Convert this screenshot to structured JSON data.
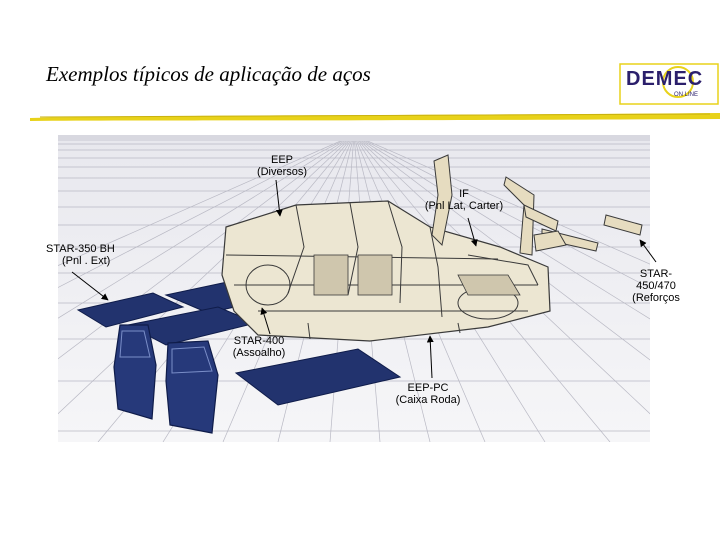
{
  "slide": {
    "title": "Exemplos típicos de aplicação de aços",
    "logo": {
      "name": "DEMEC",
      "sub": "ON LINE"
    }
  },
  "callouts": {
    "eep": {
      "line1": "EEP",
      "line2": "(Diversos)"
    },
    "if": {
      "line1": "IF",
      "line2": "(Pnl Lat, Carter)"
    },
    "star350": {
      "line1": "STAR-350 BH",
      "line2": "(Pnl . Ext)"
    },
    "star450": {
      "line1": "STAR-",
      "line2": "450/470",
      "line3": "(Reforços"
    },
    "star400": {
      "line1": "STAR-400",
      "line2": "(Assoalho)"
    },
    "eeppc": {
      "line1": "EEP-PC",
      "line2": "(Caixa Roda)"
    }
  },
  "colors": {
    "panel": "#22336e",
    "panel_edge": "#0f1c4a",
    "grid": "#b9b9c4",
    "accent": "#e8d21a"
  }
}
